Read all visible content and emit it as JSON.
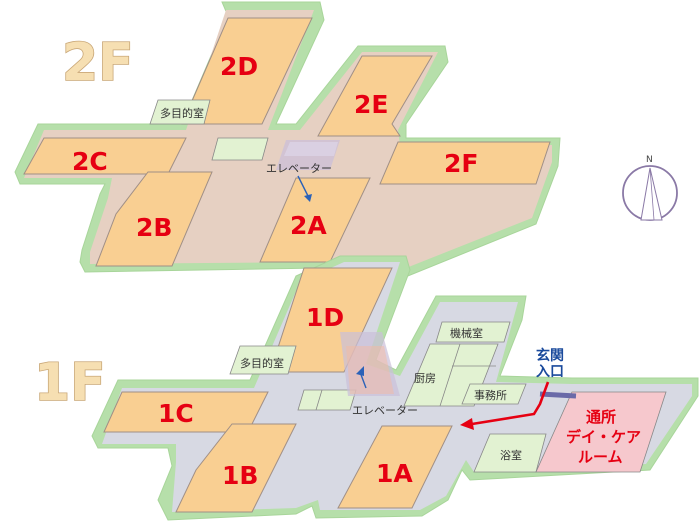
{
  "floors": {
    "second": {
      "title": "2F",
      "wings": {
        "a": "2A",
        "b": "2B",
        "c": "2C",
        "d": "2D",
        "e": "2E",
        "f": "2F"
      },
      "rooms": {
        "multipurpose": "多目的室"
      },
      "elevator": "エレベーター"
    },
    "first": {
      "title": "1F",
      "wings": {
        "a": "1A",
        "b": "1B",
        "c": "1C",
        "d": "1D"
      },
      "rooms": {
        "multipurpose": "多目的室",
        "machine": "機械室",
        "kitchen": "厨房",
        "office": "事務所",
        "bath": "浴室"
      },
      "elevator": "エレベーター",
      "daycare": {
        "line1": "通所",
        "line2": "デイ・ケア",
        "line3": "ルーム"
      },
      "entrance": {
        "line1": "玄関",
        "line2": "入口"
      }
    }
  },
  "compass": {
    "north": "N"
  },
  "colors": {
    "wing_fill": "#f9cf92",
    "corridor": "#e6d0c2",
    "corridor_1f": "#d7d9e3",
    "outline_green": "#b6dfaa",
    "room_green": "#e2f2d2",
    "daycare": "#f6c8cd",
    "accent_red": "#e60012",
    "entrance_blue": "#1a4a9c"
  }
}
